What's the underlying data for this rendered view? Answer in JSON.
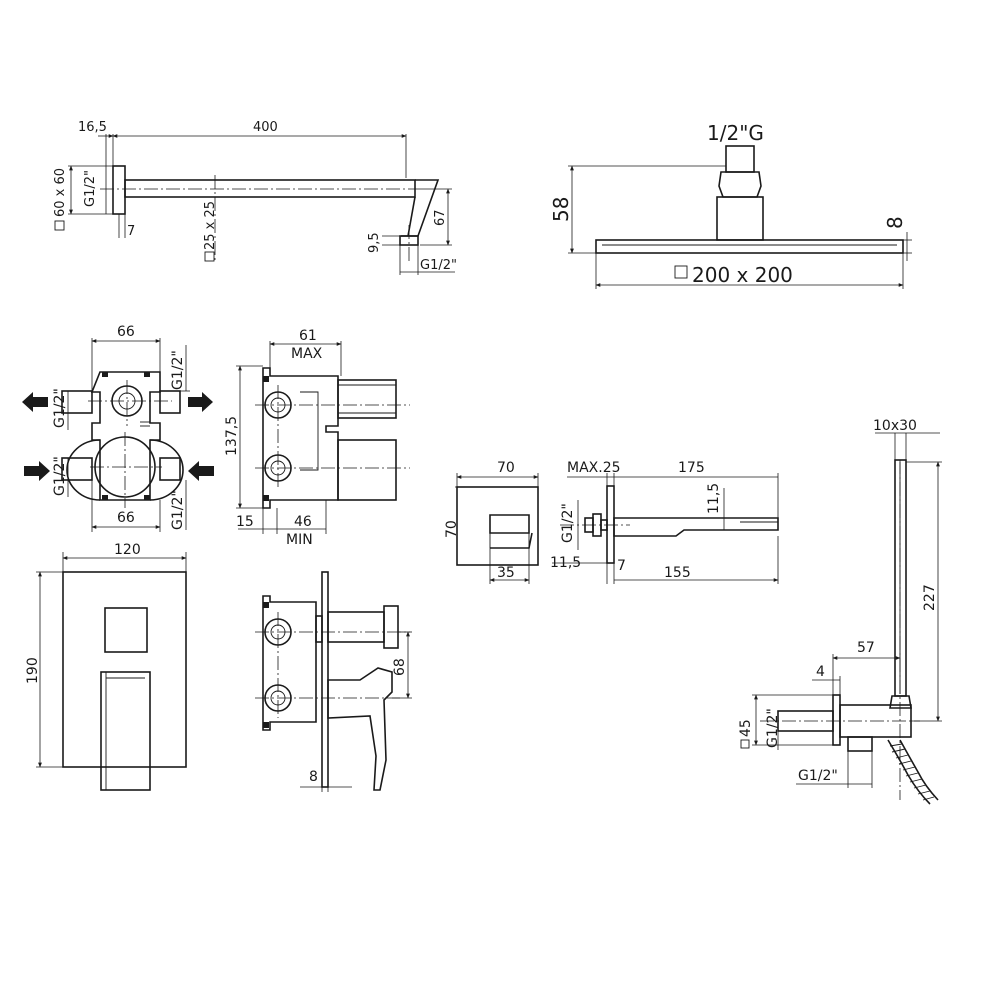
{
  "shower_arm": {
    "flange_offset": "16,5",
    "length": "400",
    "flange_size": "60 x 60",
    "thread_in": "G1/2\"",
    "flange_depth": "7",
    "tube_section": "25 x 25",
    "outlet_height": "9,5",
    "drop": "67",
    "thread_out": "G1/2\""
  },
  "shower_head": {
    "thread": "1/2\"G",
    "height": "58",
    "plate_thickness": "8",
    "size": "200 x 200"
  },
  "valve_body_front": {
    "width_top": "66",
    "width_bottom": "66",
    "thread_top_right": "G1/2\"",
    "thread_top_left": "G1/2\"",
    "thread_bottom_left": "G1/2\"",
    "thread_bottom_right": "G1/2\""
  },
  "valve_body_side": {
    "depth": "61",
    "depth_note": "MAX",
    "height": "137,5",
    "min_depth": "15",
    "min_depth_2": "46",
    "min_note": "MIN"
  },
  "cover_plate": {
    "width": "120",
    "height": "190"
  },
  "mixer_side": {
    "handle_offset": "68",
    "plate_thickness": "8"
  },
  "spout_front": {
    "width": "70",
    "height": "70",
    "outlet_width": "35"
  },
  "spout_side": {
    "max_note": "MAX.25",
    "length": "175",
    "outlet_height": "11,5",
    "thread": "G1/2\"",
    "base_offset": "11,5",
    "flange_depth": "7",
    "projection": "155"
  },
  "hand_shower": {
    "section": "10x30",
    "length": "227",
    "offset": "57",
    "wall_gap": "4",
    "flange_size": "45",
    "thread_in": "G1/2\"",
    "thread_out": "G1/2\""
  }
}
